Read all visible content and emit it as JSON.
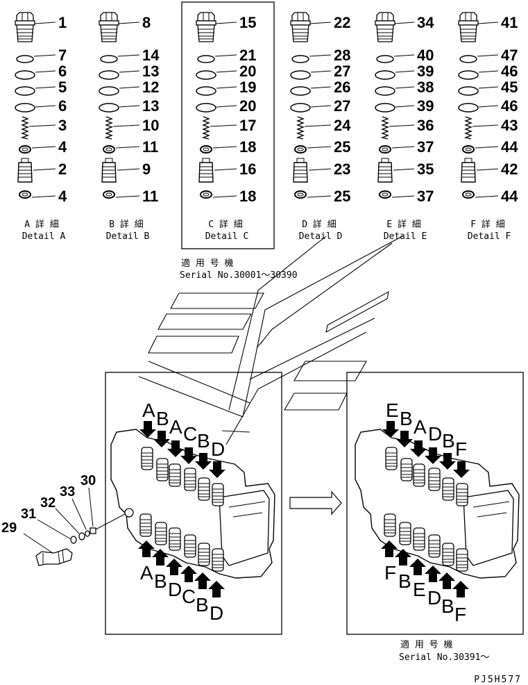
{
  "details": [
    {
      "letter_jp": "A 詳 細",
      "caption": "Detail A",
      "parts": [
        "1",
        "7",
        "6",
        "5",
        "6",
        "3",
        "4",
        "2",
        "4"
      ]
    },
    {
      "letter_jp": "B 詳 細",
      "caption": "Detail B",
      "parts": [
        "8",
        "14",
        "13",
        "12",
        "13",
        "10",
        "11",
        "9",
        "11"
      ]
    },
    {
      "letter_jp": "C 詳 細",
      "caption": "Detail C",
      "parts": [
        "15",
        "21",
        "20",
        "19",
        "20",
        "17",
        "18",
        "16",
        "18"
      ]
    },
    {
      "letter_jp": "D 詳 細",
      "caption": "Detail D",
      "parts": [
        "22",
        "28",
        "27",
        "26",
        "27",
        "24",
        "25",
        "23",
        "25"
      ]
    },
    {
      "letter_jp": "E 詳 細",
      "caption": "Detail E",
      "parts": [
        "34",
        "40",
        "39",
        "38",
        "39",
        "36",
        "37",
        "35",
        "37"
      ]
    },
    {
      "letter_jp": "F 詳 細",
      "caption": "Detail F",
      "parts": [
        "41",
        "47",
        "46",
        "45",
        "46",
        "43",
        "44",
        "42",
        "44"
      ]
    }
  ],
  "serial_top": {
    "jp": "適 用 号 機",
    "text": "Serial No.30001～30390"
  },
  "serial_bottom": {
    "jp": "適 用 号 機",
    "text": "Serial No.30391～"
  },
  "plug_parts": [
    "29",
    "31",
    "32",
    "33",
    "30"
  ],
  "left_valve": {
    "top_labels": [
      "A",
      "B",
      "A",
      "C",
      "B",
      "D"
    ],
    "bottom_labels": [
      "A",
      "B",
      "D",
      "C",
      "B",
      "D"
    ]
  },
  "right_valve": {
    "top_labels": [
      "E",
      "B",
      "A",
      "D",
      "B",
      "F"
    ],
    "bottom_labels": [
      "F",
      "B",
      "E",
      "D",
      "B",
      "F"
    ]
  },
  "drawing_code": "PJ5H577"
}
